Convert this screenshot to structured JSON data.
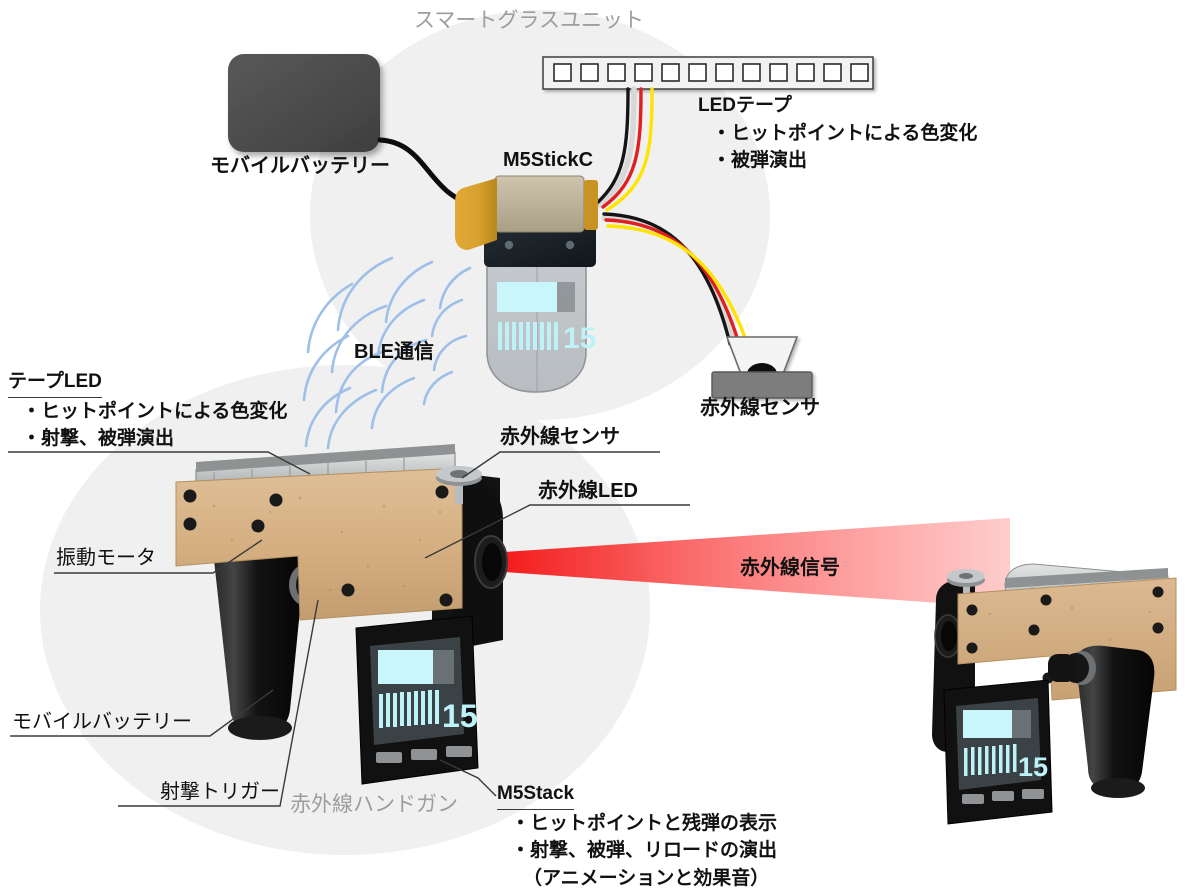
{
  "diagram": {
    "groups": [
      {
        "id": "smart-glass-unit",
        "label": "スマートグラスユニット"
      },
      {
        "id": "ir-handgun",
        "label": "赤外線ハンドガン"
      }
    ],
    "upper": {
      "battery_label": "モバイルバッテリー",
      "m5stickc_label": "M5StickC",
      "ble_label": "BLE通信",
      "ir_sensor_label": "赤外線センサ",
      "led_tape": {
        "title": "LEDテープ",
        "bullets": [
          "・ヒットポイントによる色変化",
          "・被弾演出"
        ]
      },
      "hud": {
        "ammo": "15"
      },
      "led_tape_segments": 12
    },
    "lower": {
      "tape_led": {
        "title": "テープLED",
        "bullets": [
          "・ヒットポイントによる色変化",
          "・射撃、被弾演出"
        ]
      },
      "m5stack": {
        "title": "M5Stack",
        "bullets": [
          "・ヒットポイントと残弾の表示",
          "・射撃、被弾、リロードの演出",
          "（アニメーションと効果音）"
        ]
      },
      "callouts": [
        {
          "id": "vibration-motor",
          "label": "振動モータ"
        },
        {
          "id": "mobile-battery",
          "label": "モバイルバッテリー"
        },
        {
          "id": "shooting-trigger",
          "label": "射撃トリガー"
        },
        {
          "id": "ir-sensor",
          "label": "赤外線センサ"
        },
        {
          "id": "ir-led",
          "label": "赤外線LED"
        }
      ],
      "ir_signal_label": "赤外線信号",
      "gun_hud": {
        "ammo": "15"
      }
    },
    "colors": {
      "group_bg": "#f0f0f0",
      "group_text": "#9d9d9d",
      "wire_black": "#151515",
      "wire_red": "#e02020",
      "wire_yellow": "#ffe400",
      "wire_white": "#d8d8d8",
      "beam_red": "#fb2323",
      "hud_cyan": "#c8f6fb",
      "mdf_tan": "#d6b184",
      "body_black": "#141414",
      "led_strip": "#c9cbcb",
      "battery_gray": "#4d4d4d",
      "ble_wave": "#9ec0e8"
    }
  }
}
